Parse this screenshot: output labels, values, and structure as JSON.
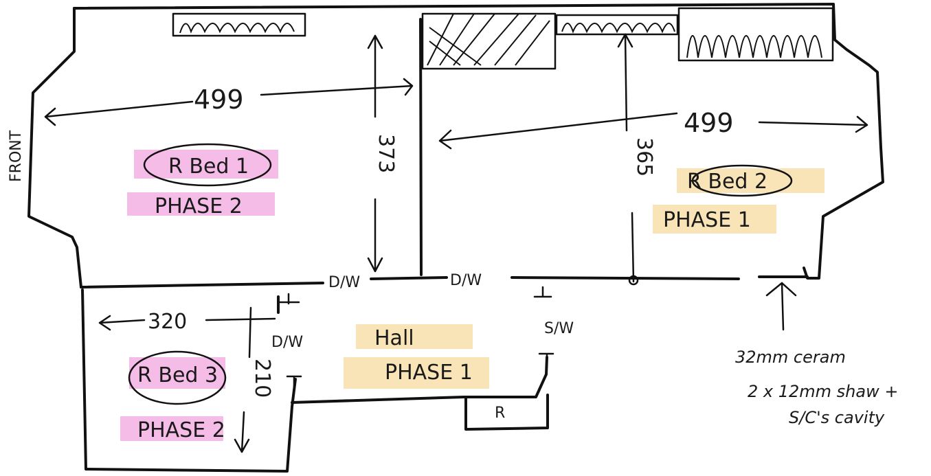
{
  "colors": {
    "ink": "#111111",
    "phase_2_highlight": "#f3a6e0",
    "phase_1_highlight": "#f7dfaa"
  },
  "side_label": "FRONT",
  "rooms": {
    "bed1": {
      "name": "R Bed 1",
      "phase": "PHASE 2",
      "width": "499",
      "depth": "373"
    },
    "bed2": {
      "name": "R Bed 2",
      "phase": "PHASE 1",
      "width": "499",
      "depth": "365"
    },
    "bed3": {
      "name": "R Bed 3",
      "phase": "PHASE 2",
      "width": "320",
      "depth": "210"
    },
    "hall": {
      "name": "Hall",
      "phase": "PHASE 1"
    }
  },
  "doors": {
    "d1": "D/W",
    "d2": "D/W",
    "d3": "D/W",
    "d4": "S/W"
  },
  "radiator_label": "R",
  "note": {
    "line1": "32mm ceram",
    "line2": "2 x 12mm shaw +",
    "line3": "S/C's cavity"
  }
}
